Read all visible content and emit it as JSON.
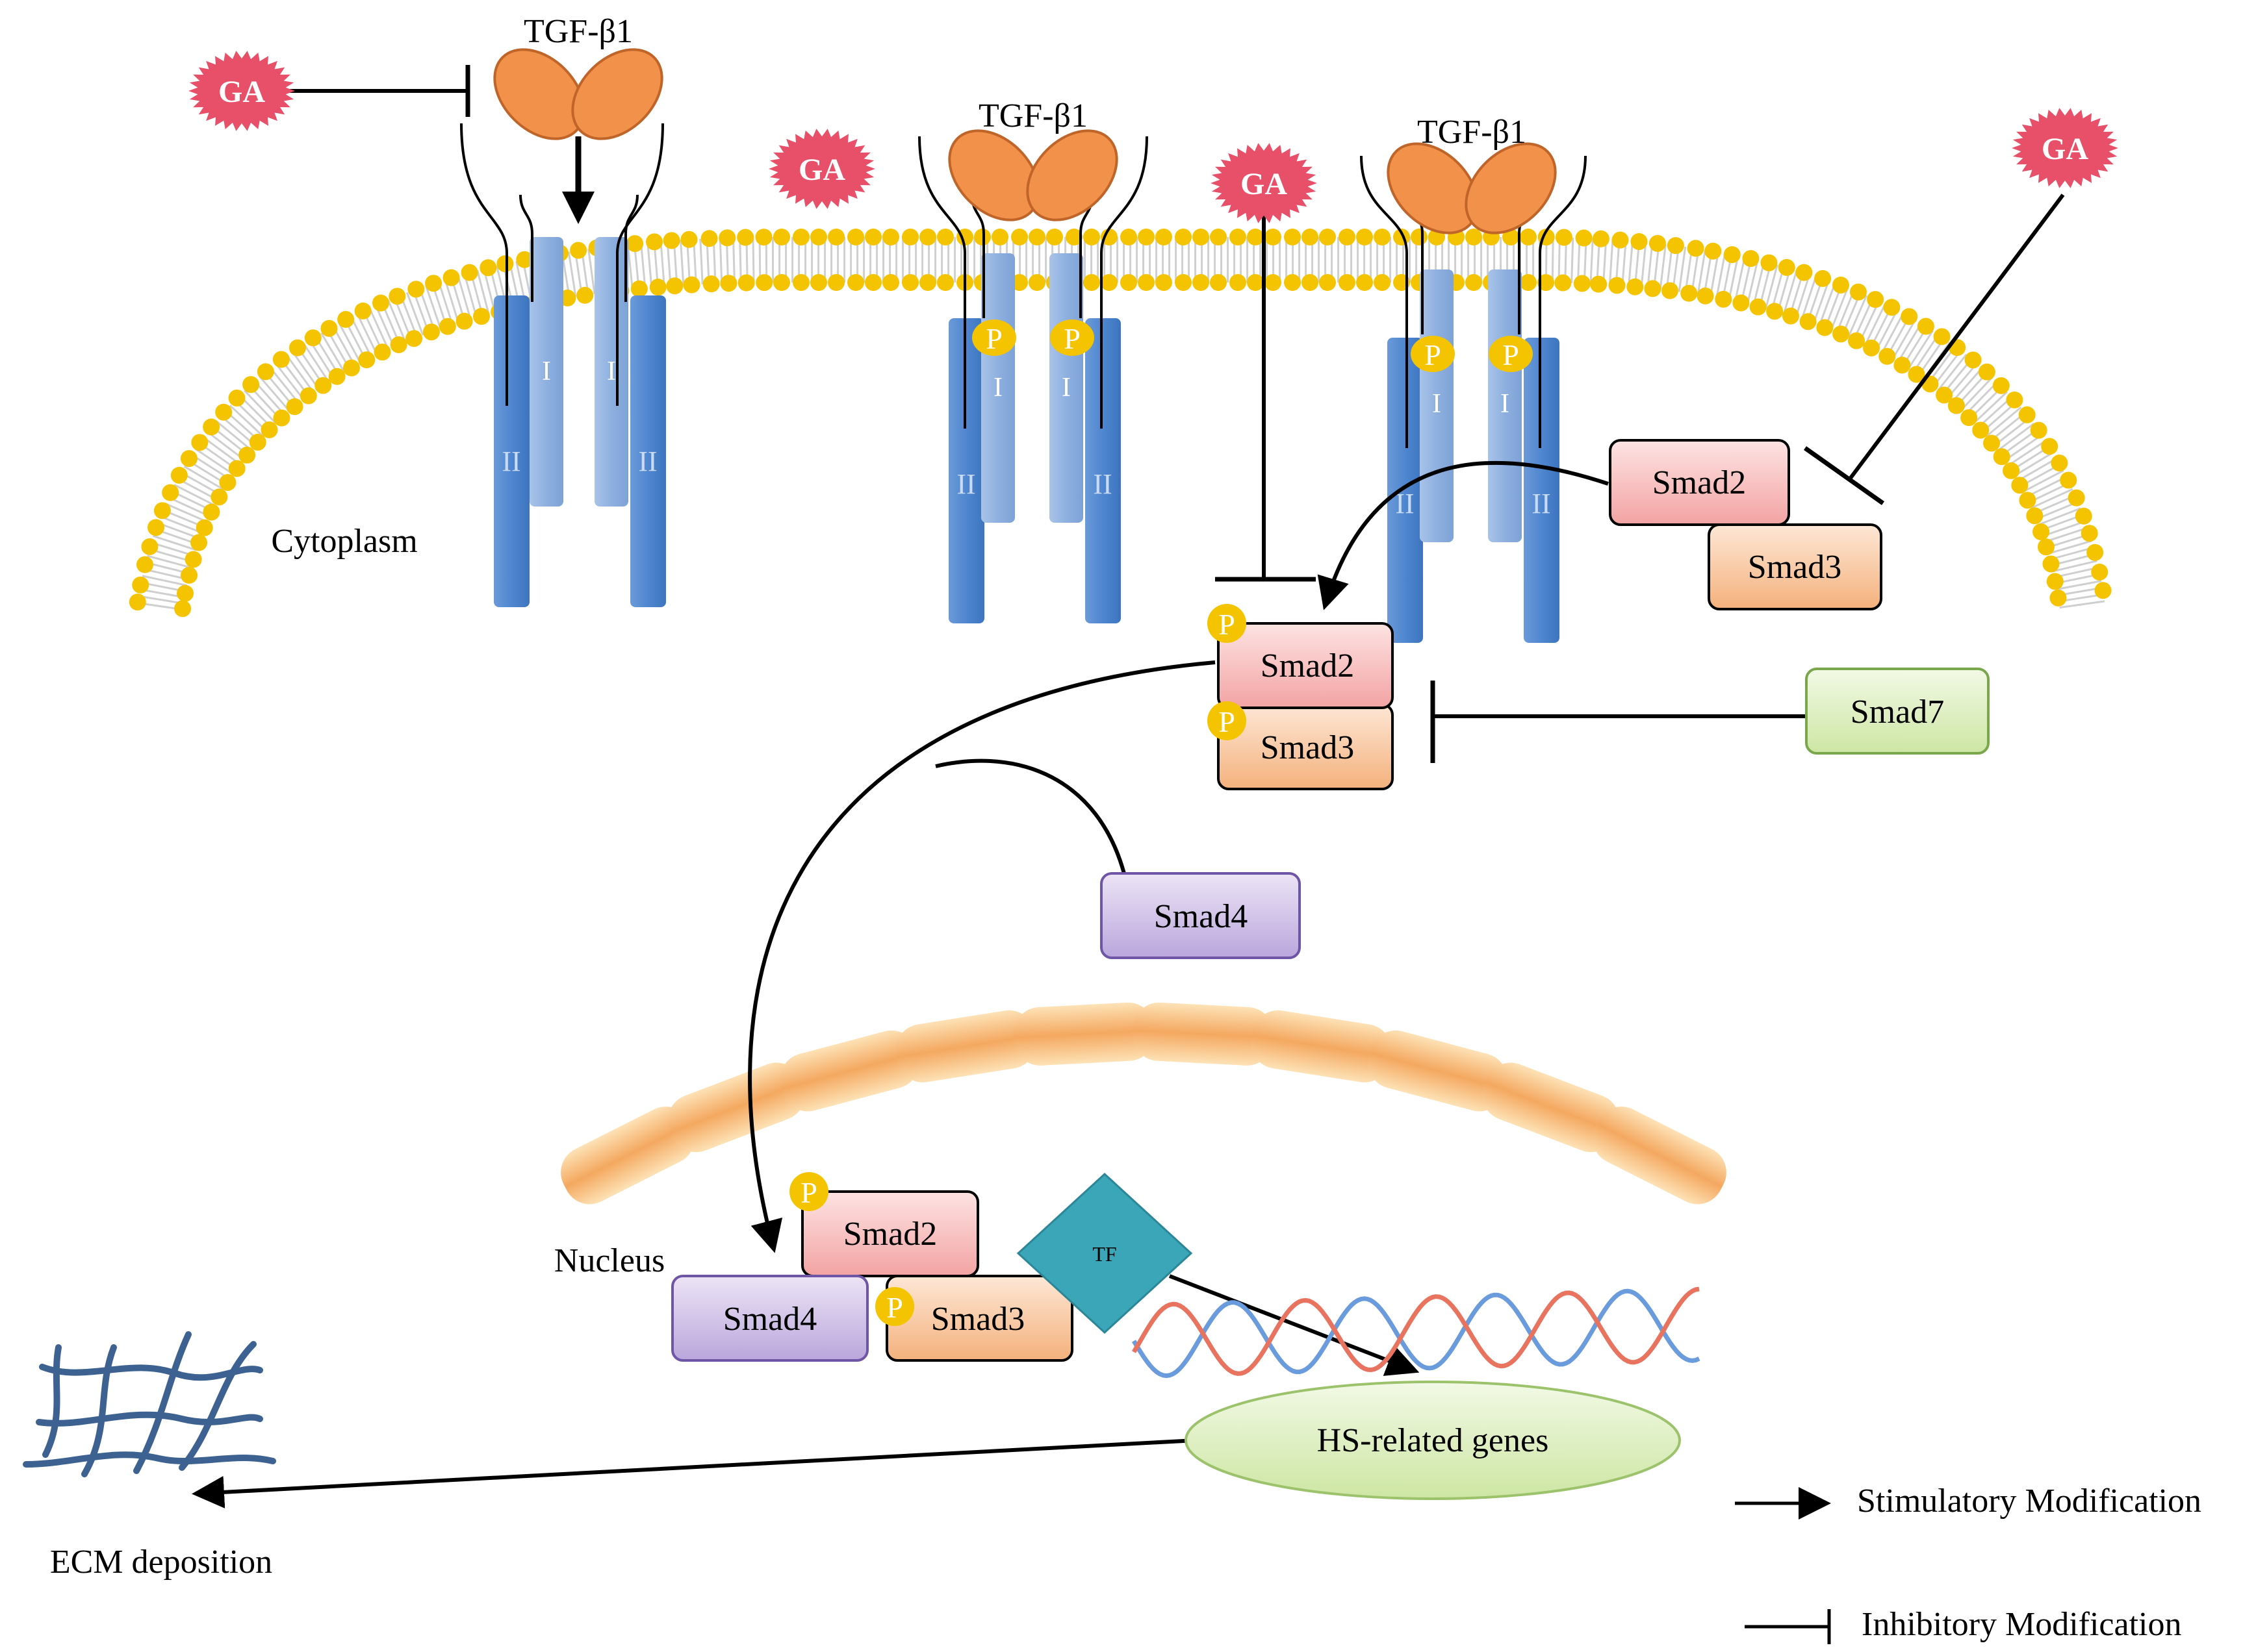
{
  "ligand_label": "TGF-β1",
  "inhibitor_label": "GA",
  "receptor_type_one": "I",
  "receptor_type_two": "II",
  "phospho_label": "P",
  "cytoplasm_label": "Cytoplasm",
  "nucleus_label": "Nucleus",
  "smad2_label": "Smad2",
  "smad3_label": "Smad3",
  "smad4_label": "Smad4",
  "smad7_label": "Smad7",
  "tf_label": "TF",
  "genes_label": "HS-related genes",
  "ecm_label": "ECM deposition",
  "legend": {
    "stimulatory": "Stimulatory Modification",
    "inhibitory": "Inhibitory Modification"
  },
  "colors": {
    "ga_fill": "#e8506a",
    "ligand": "#f2914a",
    "receptor_one": "#8eb0df",
    "receptor_two": "#4f86cf",
    "lipid": "#f5c400",
    "phospho": "#f5c400",
    "smad2": "#f7b7b7",
    "smad3": "#f7bf92",
    "smad4": "#c8b7e3",
    "smad7": "#d5ebb1",
    "tf": "#3aa6b8",
    "genes": "#d5ebb1",
    "nuclear_membrane": "#f4b26c",
    "dna_red": "#e8735f",
    "dna_blue": "#6a9bdc",
    "ecm": "#3d6291"
  }
}
